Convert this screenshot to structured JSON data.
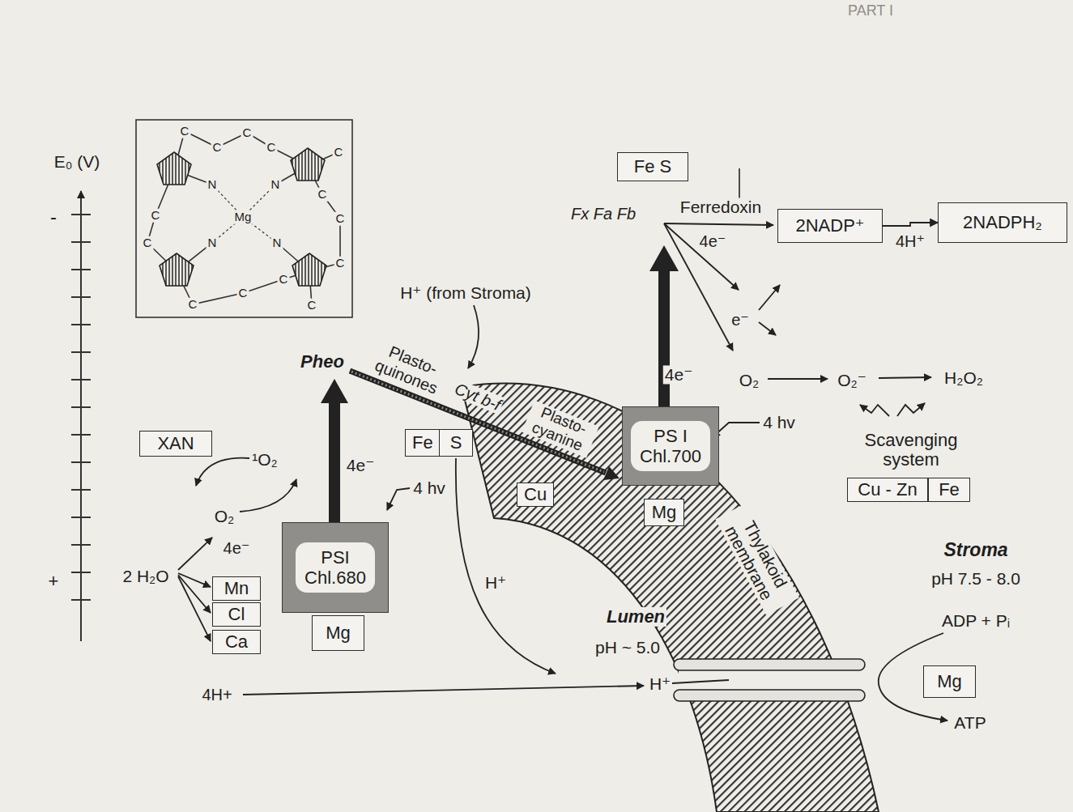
{
  "diagram": {
    "nodes": [
      {
        "text": [
          "Fe S"
        ]
      },
      {
        "text": [
          "2NADP⁺"
        ]
      },
      {
        "text": [
          "2NADPH₂"
        ]
      },
      {
        "text": [
          "XAN"
        ]
      },
      {
        "text": [
          "Fe"
        ]
      },
      {
        "text": [
          "S"
        ]
      },
      {
        "text": [
          "PS I Chl.700"
        ]
      },
      {
        "text": [
          "Cu"
        ]
      },
      {
        "text": [
          "Cu - Zn"
        ]
      },
      {
        "text": [
          "Fe"
        ]
      },
      {
        "text": [
          "Mg"
        ]
      },
      {
        "text": [
          "PSI Chl.680"
        ]
      },
      {
        "text": [
          "Mn"
        ]
      },
      {
        "text": [
          "Cl"
        ]
      },
      {
        "text": [
          "Mg"
        ]
      },
      {
        "text": [
          "Ca"
        ]
      },
      {
        "text": [
          "Mg"
        ]
      }
    ],
    "edges": [
      {
        "from": 1,
        "to": 2,
        "arrow": "to",
        "label": "4H⁺"
      }
    ],
    "labels": [
      "PART I",
      "E₀ (V)",
      "-",
      "+",
      "C",
      "C",
      "C",
      "C",
      "C",
      "N",
      "N",
      "C",
      "C",
      "Mg",
      "C",
      "N",
      "N",
      "C",
      "C",
      "C",
      "C",
      "C",
      "C",
      "Fx Fa Fb",
      "Ferredoxin",
      "4e⁻",
      "e⁻",
      "H⁺ (from Stroma)",
      "Pheo",
      "Plasto- quinones",
      "Cyt b-f",
      "Plasto- cyanine",
      "4e⁻",
      "O₂",
      "O₂⁻",
      "H₂O₂",
      "4 hv",
      "Scavenging system",
      "¹O₂",
      "4e⁻",
      "4 hv",
      "O₂",
      "4e⁻",
      "2 H₂O",
      "Thylakoid membrane",
      "Stroma",
      "pH 7.5 - 8.0",
      "H⁺",
      "Lumen",
      "ADP + Pᵢ",
      "pH ~ 5.0",
      "H⁺",
      "4H+",
      "ATP"
    ]
  }
}
